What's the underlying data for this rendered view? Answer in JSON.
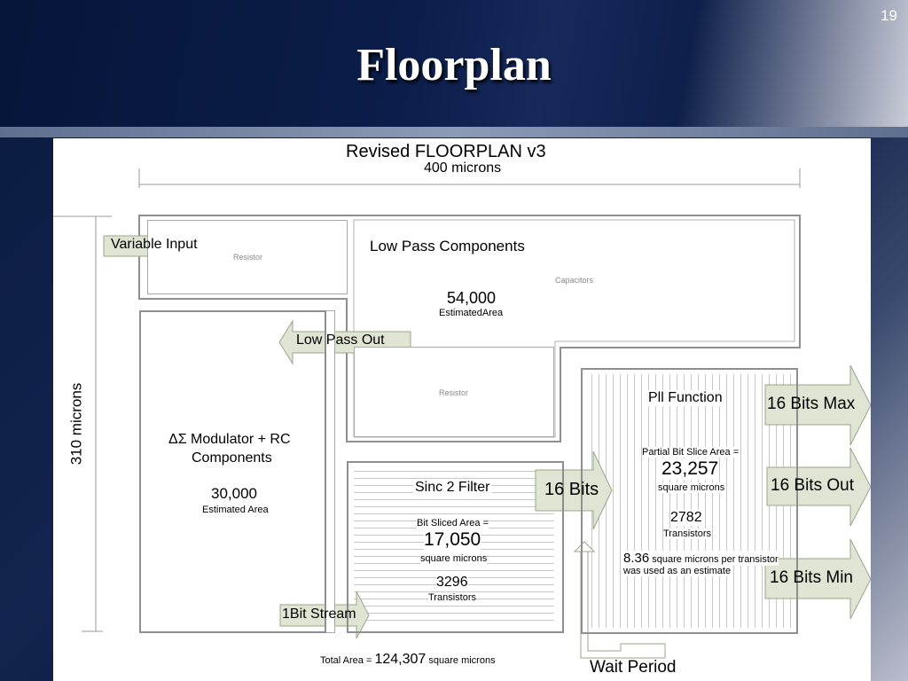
{
  "slide": {
    "number": "19",
    "title": "Floorplan"
  },
  "diagram": {
    "heading": "Revised FLOORPLAN v3",
    "width_label": "400 microns",
    "height_label": "310 microns",
    "blocks": {
      "top_left_resistor": {
        "label": "Resistor"
      },
      "low_pass": {
        "title": "Low Pass Components",
        "sub": "Capacitors",
        "area": "54,000",
        "area_label": "EstimatedArea"
      },
      "mid_resistor": {
        "label": "Resistor"
      },
      "modulator": {
        "title_line1": "ΔΣ Modulator + RC",
        "title_line2": "Components",
        "area": "30,000",
        "area_label": "Estimated Area"
      },
      "sinc": {
        "title": "Sinc 2 Filter",
        "area_caption": "Bit Sliced Area =",
        "area": "17,050",
        "area_unit": "square microns",
        "transistors": "3296",
        "transistors_label": "Transistors"
      },
      "pll": {
        "title": "Pll Function",
        "area_caption": "Partial Bit Slice Area =",
        "area": "23,257",
        "area_unit": "square microns",
        "transistors": "2782",
        "transistors_label": "Transistors",
        "note_number": "8.36",
        "note_line1": "square microns per transistor",
        "note_line2": "was used as an estimate"
      }
    },
    "arrows": {
      "variable_input": "Variable Input",
      "low_pass_out": "Low Pass Out",
      "sixteen_bits": "16 Bits",
      "one_bit_stream": "1Bit Stream",
      "bits_max": "16 Bits Max",
      "bits_out": "16 Bits Out",
      "bits_min": "16 Bits Min",
      "wait_period": "Wait Period"
    },
    "total": {
      "prefix": "Total Area =",
      "value": "124,307",
      "unit": "square microns"
    }
  },
  "colors": {
    "arrow_fill": "#dfe5d2",
    "arrow_stroke": "#9aa58a",
    "block_border": "#8f8f8f"
  }
}
